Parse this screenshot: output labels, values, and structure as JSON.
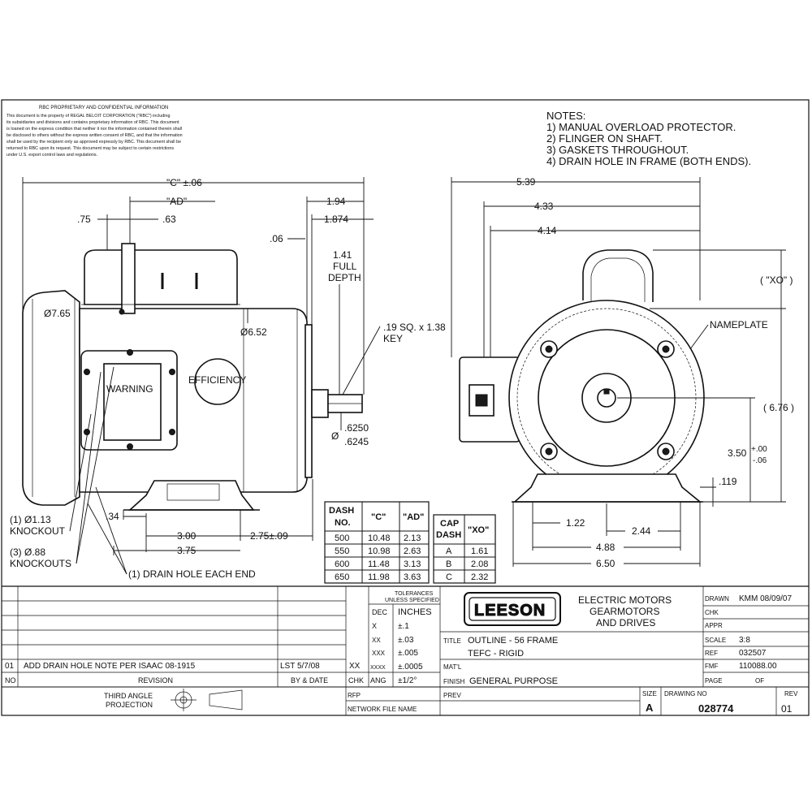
{
  "proprietary": {
    "heading": "RBC PROPRIETARY AND CONFIDENTIAL INFORMATION",
    "lines": [
      "This document is the property of REGAL BELOIT CORPORATION (\"RBC\") including",
      "its subsidiaries and divisions and contains proprietary information of RBC.  This document",
      "is loaned on the express condition that neither it nor the information contained therein shall",
      "be disclosed to others without the express written consent of RBC, and that the information",
      "shall be used by the recipient only as approved expressly by RBC.  This document shall be",
      "returned to RBC upon its request.  This document may be subject to certain restrictions",
      "under U.S. export control laws and regulations."
    ]
  },
  "notes": {
    "heading": "NOTES:",
    "items": [
      "1) MANUAL OVERLOAD PROTECTOR.",
      "2) FLINGER ON SHAFT.",
      "3) GASKETS THROUGHOUT.",
      "4) DRAIN HOLE IN FRAME (BOTH ENDS)."
    ]
  },
  "side_view": {
    "c_dim": "\"C\" ±.06",
    "ad_dim": "\"AD\"",
    "d075": ".75",
    "d063": ".63",
    "d194": "1.94",
    "d1874": "1.874",
    "d006": ".06",
    "d141": "1.41",
    "full": "FULL",
    "depth": "DEPTH",
    "dia765": "Ø7.65",
    "dia652": "Ø6.52",
    "key1": ".19 SQ. x 1.38",
    "key2": "KEY",
    "warning": "WARNING",
    "efficiency": "EFFICIENCY",
    "shaft_dia_sym": "Ø",
    "shaft1": ".6250",
    "shaft2": ".6245",
    "d034": ".34",
    "d300": "3.00",
    "d275": "2.75±.09",
    "d375": "3.75",
    "ko1a": "(1) Ø1.13",
    "ko1b": "KNOCKOUT",
    "ko3a": "(3) Ø.88",
    "ko3b": "KNOCKOUTS",
    "drain": "(1) DRAIN HOLE EACH END"
  },
  "end_view": {
    "d539": "5.39",
    "d433": "4.33",
    "d414": "4.14",
    "xo": "( \"XO\" )",
    "nameplate": "NAMEPLATE",
    "d676": "( 6.76 )",
    "d350": "3.50",
    "tol_plus": "+.00",
    "tol_minus": "-.06",
    "d119": ".119",
    "d122": "1.22",
    "d244": "2.44",
    "d488": "4.88",
    "d650": "6.50"
  },
  "dash_table": {
    "headers": [
      "DASH NO.",
      "\"C\"",
      "\"AD\""
    ],
    "rows": [
      [
        "500",
        "10.48",
        "2.13"
      ],
      [
        "550",
        "10.98",
        "2.63"
      ],
      [
        "600",
        "11.48",
        "3.13"
      ],
      [
        "650",
        "11.98",
        "3.63"
      ]
    ]
  },
  "cap_table": {
    "headers": [
      "CAP DASH",
      "\"XO\""
    ],
    "rows": [
      [
        "A",
        "1.61"
      ],
      [
        "B",
        "2.08"
      ],
      [
        "C",
        "2.32"
      ]
    ]
  },
  "title_block": {
    "revision": {
      "rev_no": "01",
      "description": "ADD DRAIN HOLE NOTE PER ISAAC 08-1915",
      "by_date": "LST  5/7/08",
      "chk": "XX",
      "col_no": "NO",
      "col_revision": "REVISION",
      "col_by_date": "BY & DATE",
      "col_chk": "CHK"
    },
    "tolerances": {
      "heading": "TOLERANCES UNLESS SPECIFIED",
      "dec": "DEC",
      "inches": "INCHES",
      "rows": [
        [
          "X",
          "±.1"
        ],
        [
          "XX",
          "±.03"
        ],
        [
          "XXX",
          "±.005"
        ],
        [
          "XXXX",
          "±.0005"
        ]
      ],
      "ang": "ANG",
      "ang_val": "±1/2°"
    },
    "logo": "LEESON",
    "company_lines": [
      "ELECTRIC MOTORS",
      "GEARMOTORS",
      "AND DRIVES"
    ],
    "title_label": "TITLE",
    "title_line1": "OUTLINE - 56 FRAME",
    "title_line2": "TEFC - RIGID",
    "matl": "MAT'L",
    "finish_label": "FINISH",
    "finish": "GENERAL PURPOSE",
    "prev": "PREV",
    "rfp": "RFP",
    "network": "NETWORK FILE NAME",
    "projection1": "THIRD ANGLE",
    "projection2": "PROJECTION",
    "drawn_label": "DRAWN",
    "drawn": "KMM 08/09/07",
    "chk_label": "CHK",
    "appr_label": "APPR",
    "scale_label": "SCALE",
    "scale": "3:8",
    "ref_label": "REF",
    "ref": "032507",
    "fmf_label": "FMF",
    "fmf": "110088.00",
    "page_label": "PAGE",
    "of_label": "OF",
    "size_label": "SIZE",
    "size": "A",
    "drawing_no_label": "DRAWING NO",
    "drawing_no": "028774",
    "rev_label": "REV",
    "rev": "01"
  }
}
